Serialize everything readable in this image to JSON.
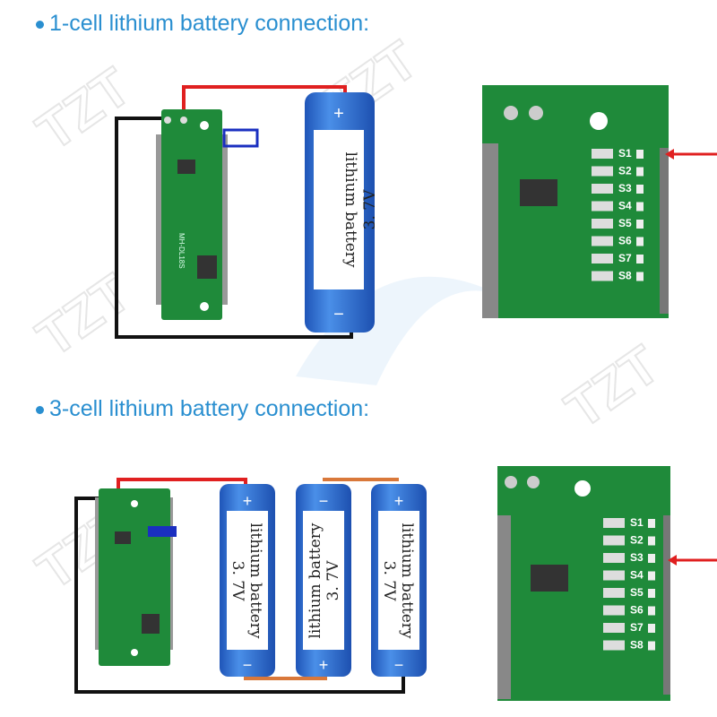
{
  "section1": {
    "title": "1-cell lithium battery connection:"
  },
  "section2": {
    "title": "3-cell lithium battery connection:"
  },
  "battery": {
    "voltage": "3. 7V",
    "label": "lithium battery",
    "plus": "+",
    "minus": "−"
  },
  "board": {
    "model": "MH-DL18S",
    "labels": [
      "S1",
      "S2",
      "S3",
      "S4",
      "S5",
      "S6",
      "S7",
      "S8"
    ]
  },
  "watermark": "TZT",
  "colors": {
    "title": "#2a8fd0",
    "pcb": "#1f8a3a",
    "battery": "#2f6fd0",
    "red_wire": "#e02020",
    "black_wire": "#111111",
    "link": "#d9783a",
    "highlight": "#1a2fc0"
  }
}
